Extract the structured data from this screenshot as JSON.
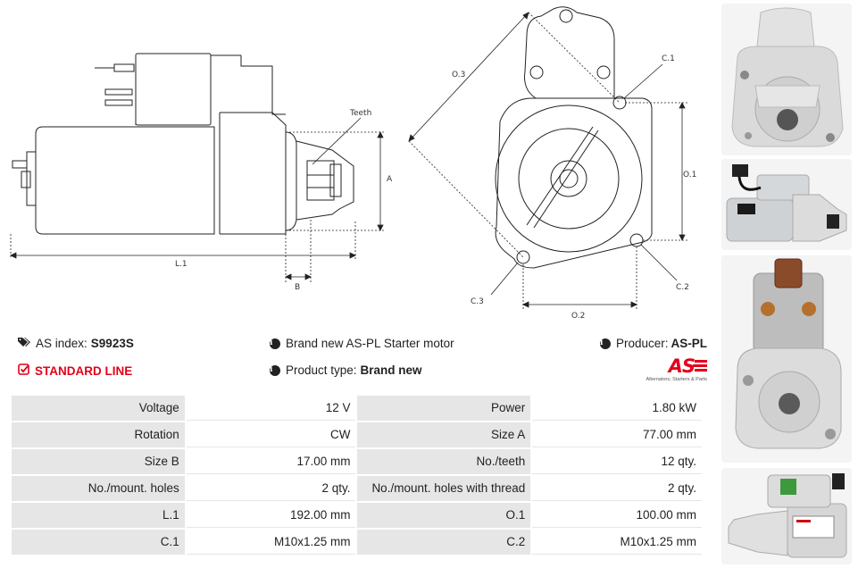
{
  "diagram_labels": {
    "teeth": "Teeth",
    "a": "A",
    "l1": "L.1",
    "b": "B",
    "o3": "O.3",
    "c1": "C.1",
    "o1": "O.1",
    "c2": "C.2",
    "c3": "C.3",
    "o2": "O.2"
  },
  "info": {
    "as_index_label": "AS index:",
    "as_index_value": "S9923S",
    "line_label": "STANDARD LINE",
    "description": "Brand new AS-PL Starter motor",
    "product_type_label": "Product type:",
    "product_type_value": "Brand new",
    "producer_label": "Producer:",
    "producer_value": "AS-PL",
    "logo_text": "AS",
    "logo_tagline": "Alternators, Starters & Parts"
  },
  "specs": [
    {
      "l1": "Voltage",
      "v1": "12 V",
      "l2": "Power",
      "v2": "1.80 kW"
    },
    {
      "l1": "Rotation",
      "v1": "CW",
      "l2": "Size A",
      "v2": "77.00 mm"
    },
    {
      "l1": "Size B",
      "v1": "17.00 mm",
      "l2": "No./teeth",
      "v2": "12 qty."
    },
    {
      "l1": "No./mount. holes",
      "v1": "2 qty.",
      "l2": "No./mount. holes with thread",
      "v2": "2 qty."
    },
    {
      "l1": "L.1",
      "v1": "192.00 mm",
      "l2": "O.1",
      "v2": "100.00 mm"
    },
    {
      "l1": "C.1",
      "v1": "M10x1.25 mm",
      "l2": "C.2",
      "v2": "M10x1.25 mm"
    }
  ],
  "colors": {
    "accent_red": "#e3001b",
    "table_label_bg": "#e6e6e6"
  },
  "icons": [
    "tag-icon",
    "check-square-icon",
    "info-icon"
  ]
}
